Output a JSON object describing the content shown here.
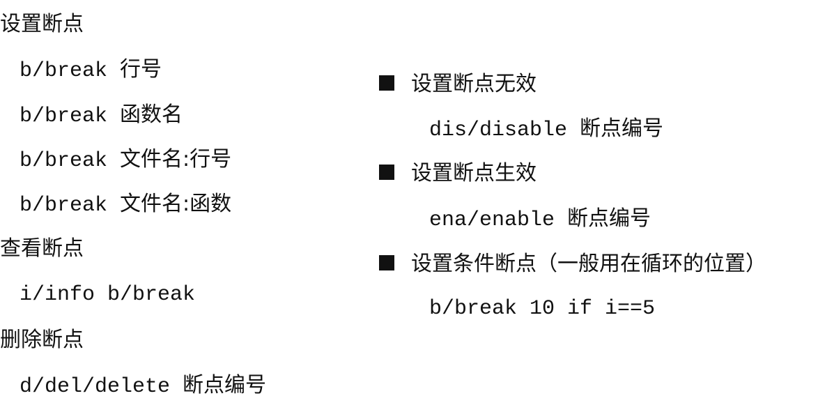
{
  "left": {
    "set_breakpoint": {
      "heading": "设置断点",
      "commands": [
        {
          "cmd": "b/break ",
          "arg": "行号"
        },
        {
          "cmd": "b/break ",
          "arg": "函数名"
        },
        {
          "cmd": "b/break ",
          "arg": "文件名:行号"
        },
        {
          "cmd": "b/break ",
          "arg": "文件名:函数"
        }
      ]
    },
    "view_breakpoint": {
      "heading": "查看断点",
      "commands": [
        {
          "cmd": "i/info b/break",
          "arg": ""
        }
      ]
    },
    "delete_breakpoint": {
      "heading": "删除断点",
      "commands": [
        {
          "cmd": "d/del/delete ",
          "arg": "断点编号"
        }
      ]
    }
  },
  "right": {
    "items": [
      {
        "heading": "设置断点无效",
        "command": {
          "cmd": "dis/disable ",
          "arg": "断点编号"
        }
      },
      {
        "heading": "设置断点生效",
        "command": {
          "cmd": "ena/enable ",
          "arg": "断点编号"
        }
      },
      {
        "heading": "设置条件断点（一般用在循环的位置）",
        "command": {
          "cmd": "b/break 10 if i==5",
          "arg": ""
        }
      }
    ]
  }
}
